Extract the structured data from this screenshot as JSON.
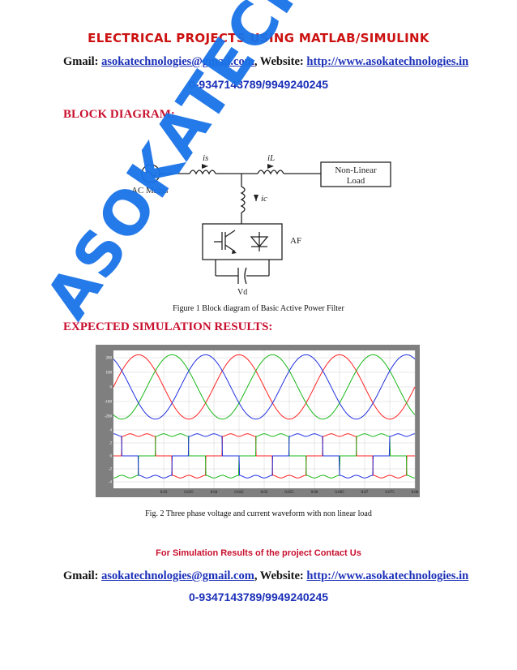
{
  "header": {
    "banner": "ELECTRICAL PROJECTS USING MATLAB/SIMULINK",
    "gmail_label": "Gmail: ",
    "email": "asokatechnologies@gmail.com",
    "website_label": ", Website: ",
    "website": "http://www.asokatechnologies.in",
    "phone": "0-9347143789/9949240245"
  },
  "block_diagram": {
    "heading": "BLOCK DIAGRAM:",
    "labels": {
      "source": "AC Mains",
      "is": "is",
      "il": "iL",
      "ic": "ic",
      "load_line1": "Non-Linear",
      "load_line2": "Load",
      "filter": "AF",
      "vd": "Vd"
    },
    "caption": "Figure 1 Block diagram of Basic Active Power Filter"
  },
  "simulation": {
    "heading": "EXPECTED SIMULATION RESULTS:",
    "caption": "Fig. 2 Three phase voltage and current waveform with non linear load",
    "note": "For Simulation Results of the project Contact Us"
  },
  "chart_data": {
    "type": "line",
    "panels": [
      {
        "id": "voltage",
        "ylim": [
          -250,
          250
        ],
        "yticks": [
          "200",
          "100",
          "0",
          "-100",
          "-200"
        ],
        "series": [
          {
            "color": "#ff2020",
            "amplitude": 220,
            "phase_deg": 0
          },
          {
            "color": "#18b818",
            "amplitude": 220,
            "phase_deg": -120
          },
          {
            "color": "#2030e0",
            "amplitude": 220,
            "phase_deg": 120
          }
        ]
      },
      {
        "id": "current",
        "ylim": [
          -5,
          5
        ],
        "yticks": [
          "4",
          "2",
          "0",
          "-2",
          "-4"
        ],
        "series": [
          {
            "color": "#ff2020",
            "amplitude": 4,
            "phase_deg": 0
          },
          {
            "color": "#18b818",
            "amplitude": 4,
            "phase_deg": -120
          },
          {
            "color": "#2030e0",
            "amplitude": 4,
            "phase_deg": 120
          }
        ]
      }
    ],
    "x": {
      "min": 0.02,
      "max": 0.08,
      "ticks": [
        "0.03",
        "0.035",
        "0.04",
        "0.045",
        "0.05",
        "0.055",
        "0.06",
        "0.065",
        "0.07",
        "0.075",
        "0.08"
      ]
    },
    "frequency_hz": 50
  },
  "footer": {
    "gmail_label": "Gmail: ",
    "email": "asokatechnologies@gmail.com",
    "website_label": ", Website: ",
    "website": "http://www.asokatechnologies.in",
    "phone": "0-9347143789/9949240245"
  },
  "watermark": "ASOKATECHNOLOGIES",
  "colors": {
    "banner": "#cc1111",
    "link": "#1a2fb8",
    "heading": "#c8102e",
    "watermark": "#1a73e8",
    "plot_bg": "#ffffff",
    "plot_frame": "#7f7f7f"
  }
}
